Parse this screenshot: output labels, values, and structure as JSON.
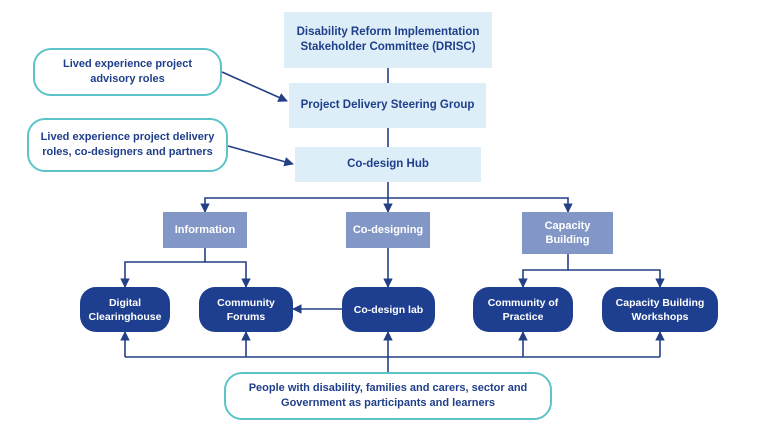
{
  "colors": {
    "top_box_fill": "#ddeef9",
    "category_fill": "#8397c7",
    "pill_fill": "#1e3f8f",
    "outline_stroke": "#5cc4c9",
    "text_navy": "#1f3f8a",
    "connector": "#233f85"
  },
  "hierarchy": {
    "drisc": "Disability Reform Implementation Stakeholder Committee (DRISC)",
    "steering": "Project Delivery Steering Group",
    "hub": "Co-design Hub"
  },
  "roles": {
    "advisory": "Lived experience project advisory roles",
    "delivery": "Lived experience project delivery roles, co-designers and partners"
  },
  "categories": {
    "information": "Information",
    "codesigning": "Co-designing",
    "capacity": "Capacity Building"
  },
  "outputs": {
    "clearinghouse": "Digital Clearinghouse",
    "forums": "Community Forums",
    "lab": "Co-design lab",
    "practice": "Community of Practice",
    "workshops": "Capacity Building Workshops"
  },
  "participants": "People with disability, families and carers, sector and Government as participants and learners"
}
